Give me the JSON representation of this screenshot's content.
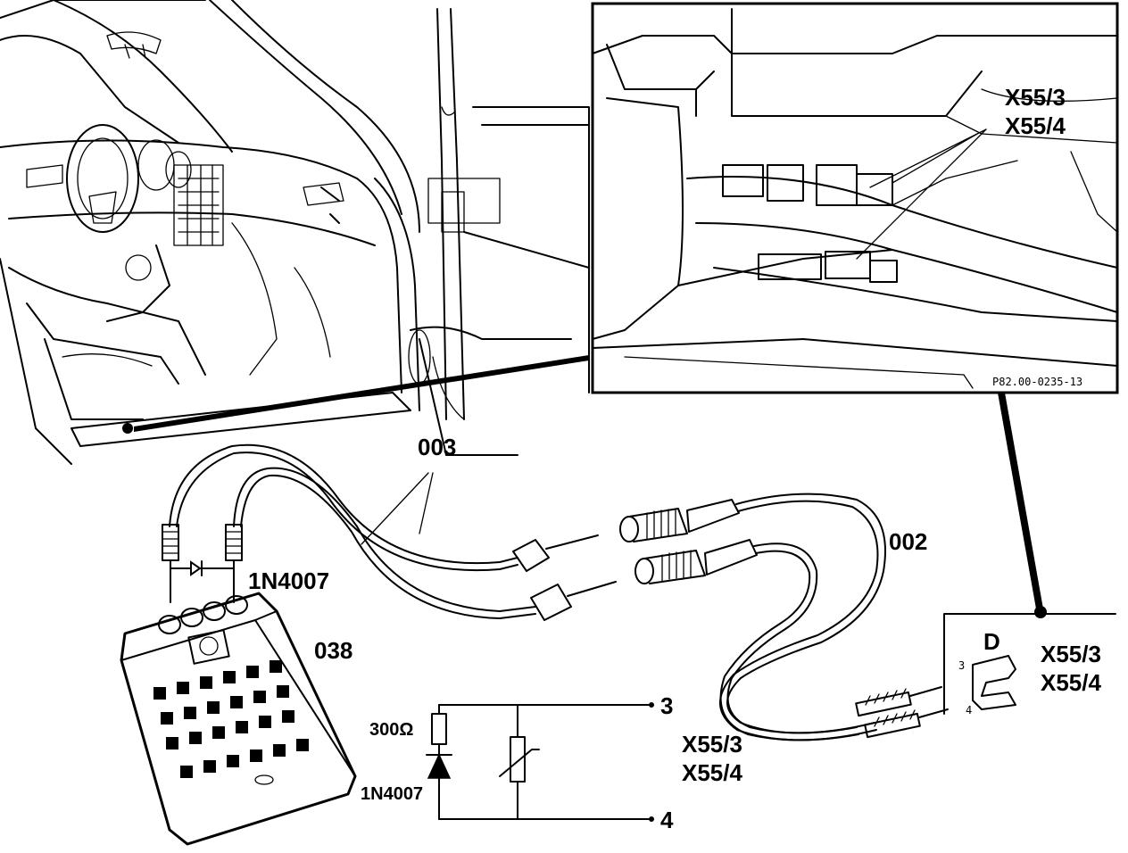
{
  "labels": {
    "cable_003": "003",
    "cable_002": "002",
    "box_038": "038",
    "diode_top": "1N4007",
    "diode_schematic": "1N4007",
    "resistor_value": "300Ω",
    "terminal_3": "3",
    "terminal_4": "4",
    "connector_detail_a": "X55/3",
    "connector_detail_b": "X55/4",
    "connector_schematic_a": "X55/3",
    "connector_schematic_b": "X55/4",
    "connector_d_a": "X55/3",
    "connector_d_b": "X55/4",
    "detail_d": "D",
    "d_pin_3": "3",
    "d_pin_4": "4",
    "figure_code": "P82.00-0235-13"
  }
}
